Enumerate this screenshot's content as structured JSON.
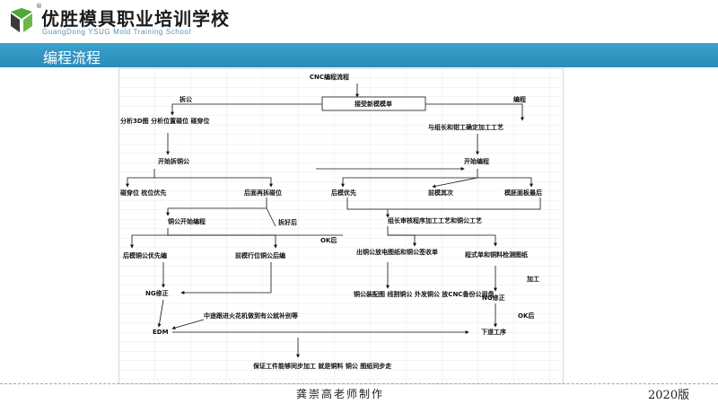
{
  "header": {
    "school_name": "优胜模具职业培训学校",
    "school_name_en": "GuangDong YSUG Mold Training School",
    "registered_mark": "®"
  },
  "titlebar": {
    "title": "编程流程"
  },
  "flowchart": {
    "title": "CNC编程流程",
    "nodes": {
      "receive": "接受新模模单",
      "chaigong": "拆公",
      "biancheng": "编程",
      "analyze": "分析3D图  分析位置碰位  碰穿位",
      "meet_fitter": "与组长和钳工确定加工工艺",
      "start_split": "开始拆铜公",
      "start_prog": "开始编程",
      "collide_first": "碰穿位  枕位优先",
      "back_face": "后面再拆碰位",
      "rear_mold_first": "后模优先",
      "front_mold_second": "前模其次",
      "base_last": "模胚面板最后",
      "split_ok": "拆好后",
      "start_program_copper": "铜公开始编程",
      "review": "组长审核程序加工工艺和铜公工艺",
      "ok_after": "OK后",
      "rear_copper_first": "后模铜公优先编",
      "front_line_copper": "前模行位铜公后编",
      "output_drawing": "出铜公放电图纸和铜公签收单",
      "program_sheet": "程式单和铜料检测图纸",
      "jiagong": "加工",
      "ng_fix_left": "NG修正",
      "ng_fix_right": "NG修正",
      "assembly": "铜公装配图  线割铜公  外发铜公  放CNC备份公用盘",
      "follow_edm": "中途跟进火花机做到有公就补别等",
      "ok_after_right": "OK后",
      "edm": "EDM",
      "next_step": "下道工序",
      "sync": "保证工件能够同步加工  就是铜料  铜公  图纸同步走"
    }
  },
  "footer": {
    "author": "龚崇高老师制作",
    "year": "2020版"
  },
  "colors": {
    "titlebar": "#2f95c0",
    "logo_green": "#4ea83a",
    "logo_dark": "#3b3b3b"
  }
}
